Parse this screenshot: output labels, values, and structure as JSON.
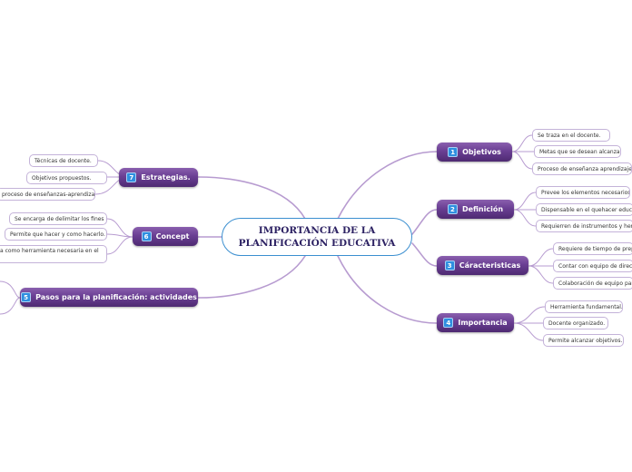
{
  "central": {
    "line1": "IMPORTANCIA DE LA",
    "line2": "PLANIFICACIÓN EDUCATIVA"
  },
  "branches": [
    {
      "num": "1",
      "label": "Objetivos",
      "items": [
        "Se traza en el docente.",
        "Metas que se desean alcanzar.",
        "Proceso de enseñanza aprendizaje."
      ]
    },
    {
      "num": "2",
      "label": "Definición",
      "items": [
        "Prevee los elementos necesarios.",
        "Dispensable en el quehacer educativo",
        "Requierren de instrumentos y herramientas"
      ]
    },
    {
      "num": "3",
      "label": "Cáracteristicas",
      "items": [
        "Requiere de tiempo de preparación",
        "Contar con equipo de directivos",
        "Colaboración de equipo para"
      ]
    },
    {
      "num": "4",
      "label": "Importancia",
      "items": [
        "Herramienta fundamental.",
        "Docente organizado.",
        "Permite alcanzar objetivos."
      ]
    },
    {
      "num": "7",
      "label": "Estrategias.",
      "items": [
        "Técnicas de docente.",
        "Objetivos propuestos.",
        "proceso de enseñanzas-aprendizajes"
      ]
    },
    {
      "num": "6",
      "label": "Concept",
      "items": [
        "Se encarga de delimitar los fines",
        "Permite que hacer y como hacerlo.",
        "a como herramienta necesaria en el"
      ]
    },
    {
      "num": "5",
      "label": "Pasos para la planificación: actividades",
      "items": []
    }
  ],
  "colors": {
    "link": "#b79bd0",
    "topic": "#6a3f93",
    "number_badge": "#2f8fe0",
    "central_border": "#3b8fd0",
    "central_text": "#2d2263"
  }
}
